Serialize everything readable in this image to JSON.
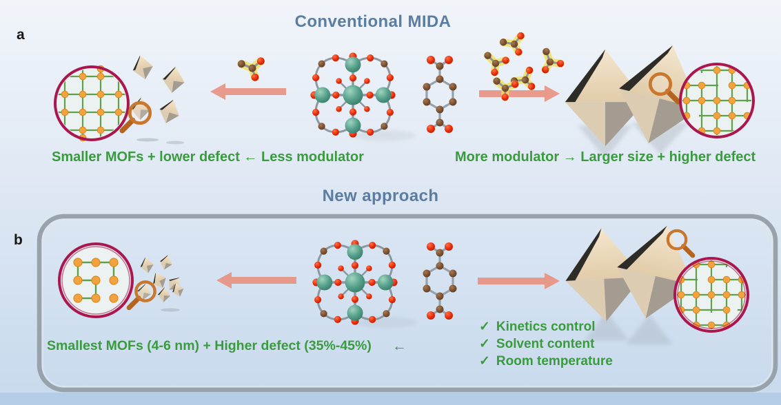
{
  "figure": {
    "panel_a": {
      "label": "a",
      "title": "Conventional MIDA",
      "caption_left": "Smaller MOFs + lower defect ← Less modulator",
      "caption_right": "More modulator → Larger size + higher defect"
    },
    "panel_b": {
      "label": "b",
      "title": "New approach",
      "caption": "Smallest MOFs (4-6 nm) + Higher defect (35%-45%)",
      "caption_arrow": "←",
      "checklist": [
        {
          "check": "✓",
          "label": "Kinetics control"
        },
        {
          "check": "✓",
          "label": "Solvent content"
        },
        {
          "check": "✓",
          "label": "Room temperature"
        }
      ]
    },
    "colors": {
      "title_text": "#5b7da1",
      "green_text": "#3a9b3e",
      "reaction_arrow": "#e8907f",
      "lens_circle_outline": "#a9174e",
      "lattice_line": "#5fa04b",
      "lattice_node": "#f2a340",
      "zirconium_atom": "#57a18c",
      "oxygen_atom": "#e8300d",
      "carbon_atom": "#7d5335",
      "crystal_face": "#ecdabf",
      "modulator_glow": "#efe058",
      "panel_border": "#98a2ab"
    }
  }
}
